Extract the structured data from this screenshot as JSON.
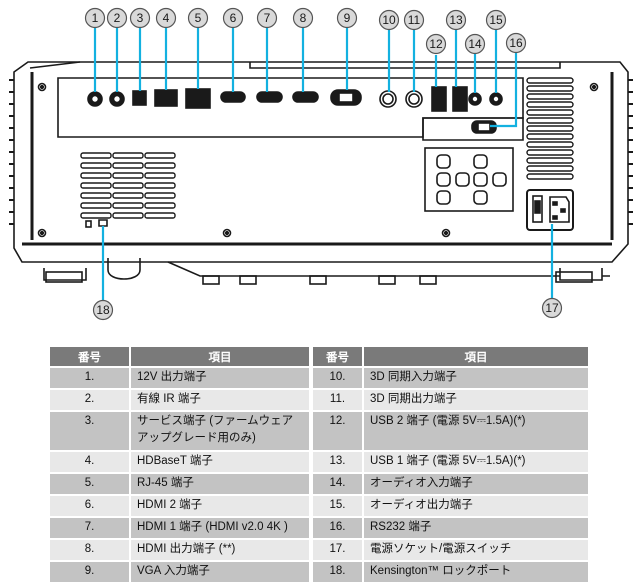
{
  "diagram": {
    "title": "Projector rear panel connectors",
    "callouts": [
      "1",
      "2",
      "3",
      "4",
      "5",
      "6",
      "7",
      "8",
      "9",
      "10",
      "11",
      "12",
      "13",
      "14",
      "15",
      "16",
      "17",
      "18"
    ],
    "callout_color": "#13b1e0"
  },
  "table": {
    "headers": {
      "number": "番号",
      "item": "項目"
    },
    "header_bg": "#7a7a7a",
    "row_colors": [
      "#c3c3c3",
      "#e8e8e8"
    ],
    "left_rows": [
      {
        "num": "1.",
        "item": "12V 出力端子"
      },
      {
        "num": "2.",
        "item": "有線 IR 端子"
      },
      {
        "num": "3.",
        "item": "サービス端子 (ファームウェアアップグレード用のみ)"
      },
      {
        "num": "4.",
        "item": "HDBaseT 端子"
      },
      {
        "num": "5.",
        "item": "RJ-45 端子"
      },
      {
        "num": "6.",
        "item": "HDMI 2 端子"
      },
      {
        "num": "7.",
        "item": "HDMI 1 端子 (HDMI v2.0 4K )"
      },
      {
        "num": "8.",
        "item": "HDMI 出力端子 (**)"
      },
      {
        "num": "9.",
        "item": "VGA 入力端子"
      }
    ],
    "right_rows": [
      {
        "num": "10.",
        "item": "3D 同期入力端子"
      },
      {
        "num": "11.",
        "item": "3D 同期出力端子"
      },
      {
        "num": "12.",
        "item": "USB 2 端子 (電源 5V⎓1.5A)(*)"
      },
      {
        "num": "13.",
        "item": "USB 1 端子 (電源 5V⎓1.5A)(*)"
      },
      {
        "num": "14.",
        "item": "オーディオ入力端子"
      },
      {
        "num": "15.",
        "item": "オーディオ出力端子"
      },
      {
        "num": "16.",
        "item": "RS232 端子"
      },
      {
        "num": "17.",
        "item": "電源ソケット/電源スイッチ"
      },
      {
        "num": "18.",
        "item": "Kensington™ ロックポート"
      }
    ]
  }
}
